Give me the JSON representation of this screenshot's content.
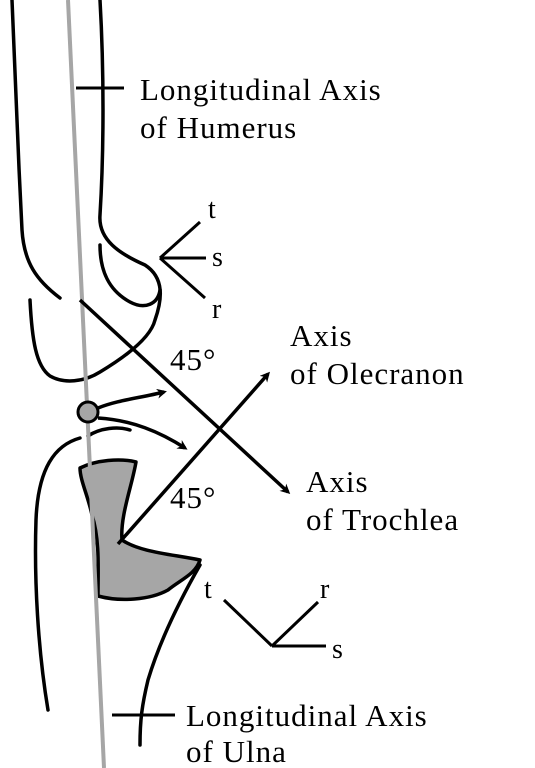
{
  "labels": {
    "humerus_axis_line1": "Longitudinal Axis",
    "humerus_axis_line2": "of Humerus",
    "olecranon_axis_line1": "Axis",
    "olecranon_axis_line2": "of Olecranon",
    "trochlea_axis_line1": "Axis",
    "trochlea_axis_line2": "of Trochlea",
    "ulna_axis_line1": "Longitudinal Axis",
    "ulna_axis_line2": "of Ulna",
    "angle_upper": "45°",
    "angle_lower": "45°"
  },
  "humerus_triad": {
    "t": "t",
    "s": "s",
    "r": "r"
  },
  "ulna_triad": {
    "t": "t",
    "r": "r",
    "s": "s"
  },
  "colors": {
    "ink": "#000000",
    "axis_gray": "#a6a6a6",
    "olecranon_fill": "#a6a6a6"
  }
}
